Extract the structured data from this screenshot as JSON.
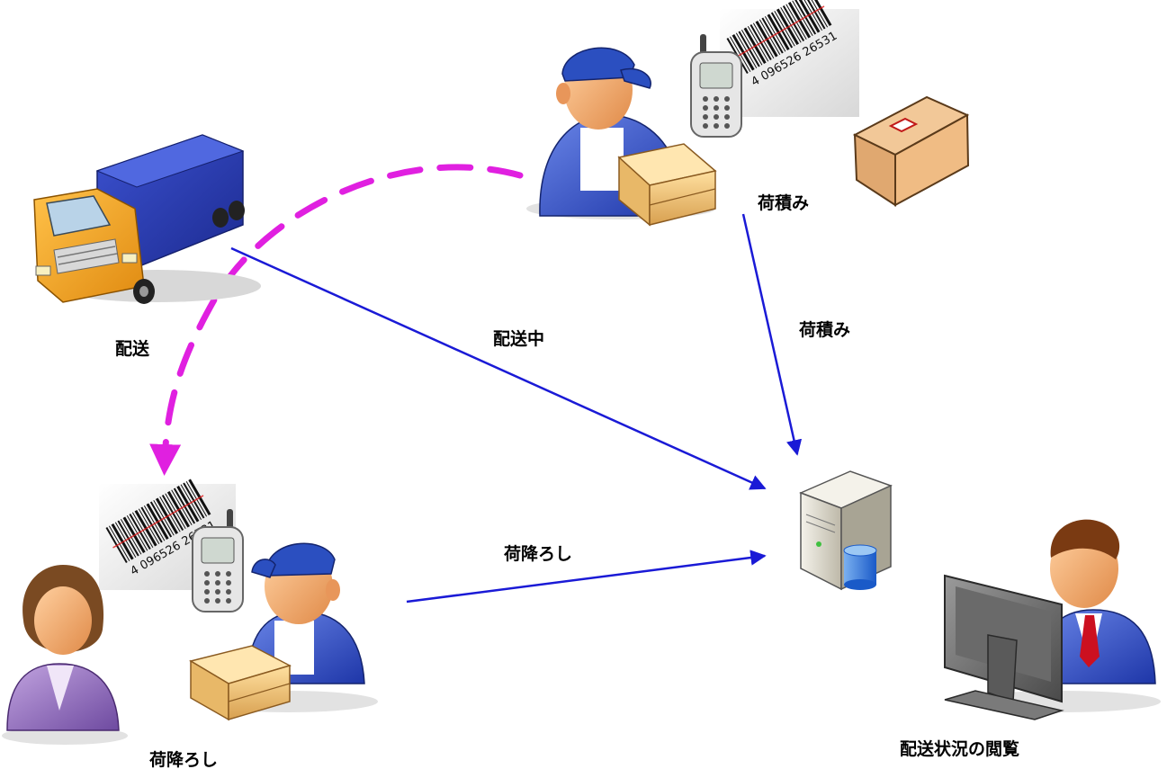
{
  "labels": {
    "delivery": "配送",
    "in_transit": "配送中",
    "loading_top": "荷積み",
    "loading_arrow": "荷積み",
    "unloading_arrow": "荷降ろし",
    "unloading_bottom": "荷降ろし",
    "view_status": "配送状況の閲覧"
  },
  "barcodes": {
    "top": "4 096526 26531",
    "bottom": "4 096526 26531"
  },
  "colors": {
    "route_dashed": "#e020e0",
    "data_arrow": "#1a1ad6",
    "truck_cab": "#f5a41c",
    "truck_cargo": "#2a3fb8",
    "worker_cap": "#2b4fc0",
    "box": "#e8b868",
    "skin": "#f0a864",
    "suit": "#3a4fc8",
    "woman_top": "#9a72c0",
    "tie": "#cc1020",
    "server": "#d8d4c8",
    "db": "#3a7ad8"
  },
  "icons": [
    "truck-icon",
    "worker-icon",
    "mobile-phone-icon",
    "barcode-icon",
    "cardboard-box-icon",
    "server-icon",
    "database-icon",
    "customer-icon",
    "monitor-icon",
    "office-worker-icon"
  ]
}
